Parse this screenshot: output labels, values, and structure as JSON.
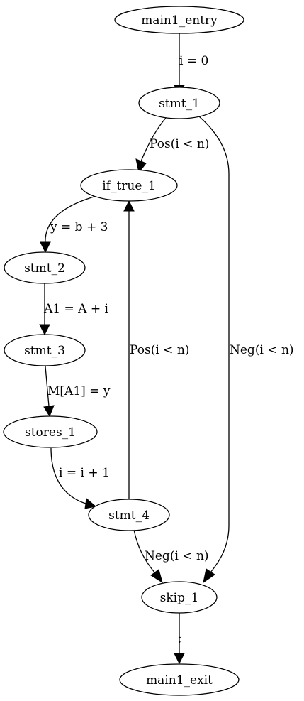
{
  "nodes": {
    "main1_entry": "main1_entry",
    "stmt_1": "stmt_1",
    "if_true_1": "if_true_1",
    "stmt_2": "stmt_2",
    "stmt_3": "stmt_3",
    "stores_1": "stores_1",
    "stmt_4": "stmt_4",
    "skip_1": "skip_1",
    "main1_exit": "main1_exit"
  },
  "edges": {
    "entry_to_stmt1": "i = 0",
    "stmt1_to_iftrue": "Pos(i < n)",
    "stmt1_to_skip": "Neg(i < n)",
    "iftrue_to_stmt2": "y = b + 3",
    "stmt2_to_stmt3": "A1 = A + i",
    "stmt3_to_stores": "M[A1] = y",
    "stores_to_stmt4": "i = i + 1",
    "stmt4_to_iftrue": "Pos(i < n)",
    "stmt4_to_skip": "Neg(i < n)",
    "skip_to_exit": ";"
  }
}
